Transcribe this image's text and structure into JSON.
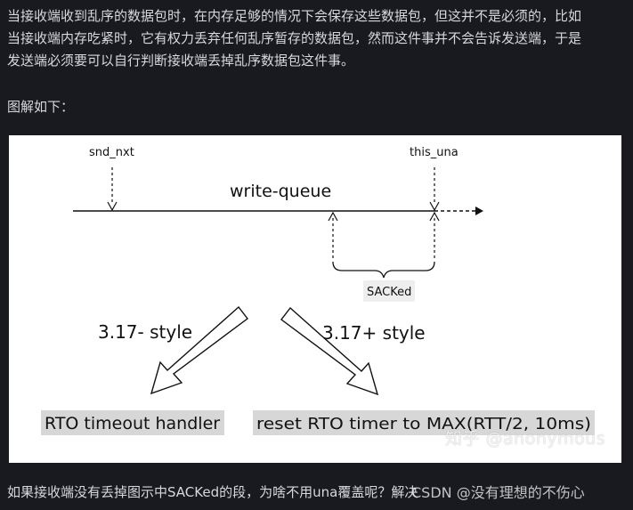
{
  "article": {
    "paragraph_lines": [
      "当接收端收到乱序的数据包时，在内存足够的情况下会保存这些数据包，但这并不是必须的，比如",
      "当接收端内存吃紧时，它有权力丢弃任何乱序暂存的数据包，然而这件事并不会告诉发送端，于是",
      "发送端必须要可以自行判断接收端丢掉乱序数据包这件事。"
    ],
    "caption": "图解如下：",
    "bottom_text": "如果接收端没有丢掉图示中SACKed的段，为啥不用una覆盖呢？解决"
  },
  "diagram": {
    "snd_nxt_label": "snd_nxt",
    "this_una_label": "this_una",
    "queue_label": "write-queue",
    "sacked_label": "SACKed",
    "left_style_label": "3.17- style",
    "right_style_label": "3.17+ style",
    "left_result": "RTO timeout handler",
    "right_result": "reset RTO timer to MAX(RTT/2, 10ms)",
    "box_fill": "#d7d7d7"
  },
  "watermarks": {
    "zhihu": "知乎 @anonymous",
    "csdn": "CSDN @没有理想的不伤心"
  }
}
